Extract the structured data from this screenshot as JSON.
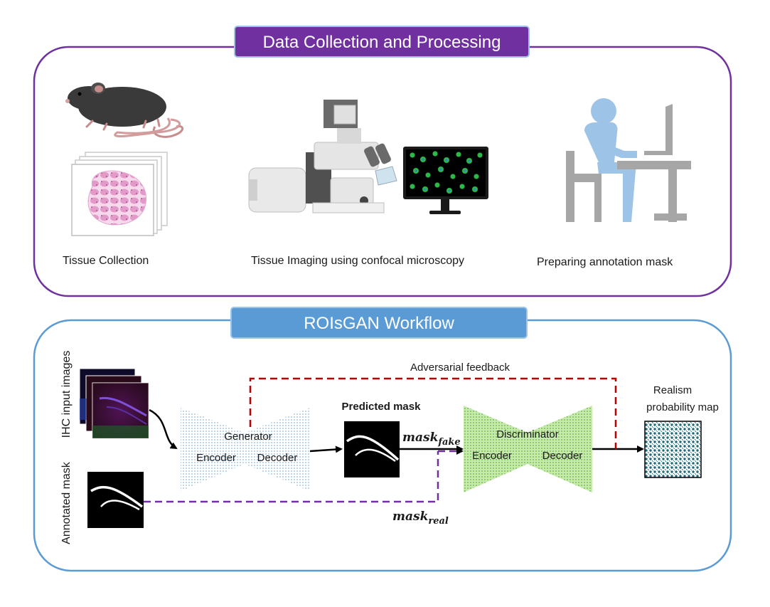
{
  "panels": {
    "top": {
      "title": "Data Collection and Processing",
      "border_color": "#7030a0",
      "title_bg": "#7030a0"
    },
    "bottom": {
      "title": "ROIsGAN Workflow",
      "border_color": "#5b9bd5",
      "title_bg": "#5b9bd5"
    }
  },
  "top_steps": {
    "tissue": "Tissue Collection",
    "imaging": "Tissue Imaging using confocal microscopy",
    "annotation": "Preparing annotation mask"
  },
  "workflow": {
    "ihc_label": "IHC input images",
    "annotated_label": "Annotated mask",
    "generator": {
      "title": "Generator",
      "encoder": "Encoder",
      "decoder": "Decoder"
    },
    "discriminator": {
      "title": "Discriminator",
      "encoder": "Encoder",
      "decoder": "Decoder"
    },
    "predicted_mask": "Predicted mask",
    "mask_fake": {
      "base": "mask",
      "sub": "fake"
    },
    "mask_real": {
      "base": "mask",
      "sub": "real"
    },
    "adversarial": "Adversarial feedback",
    "realism_line1": "Realism",
    "realism_line2": "probability map"
  },
  "colors": {
    "feedback_dash": "#c00000",
    "real_dash": "#7030a0",
    "discriminator_fill": "#92d050",
    "generator_fill": "#c5dcf0",
    "person": "#9dc3e6",
    "furniture": "#a6a6a6"
  }
}
